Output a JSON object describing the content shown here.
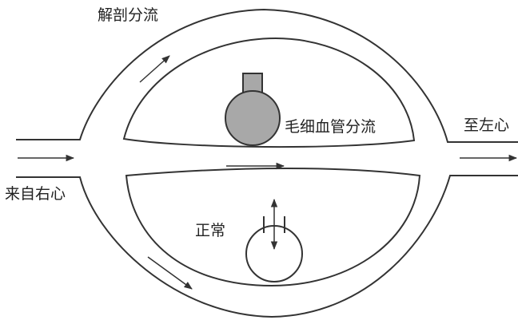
{
  "labels": {
    "anatomic_shunt": "解剖分流",
    "capillary_shunt": "毛细血管分流",
    "to_left_heart": "至左心",
    "from_right_heart": "来自右心",
    "normal": "正常"
  },
  "colors": {
    "line": "#333333",
    "alveolus_fill": "#a8a8a8"
  }
}
